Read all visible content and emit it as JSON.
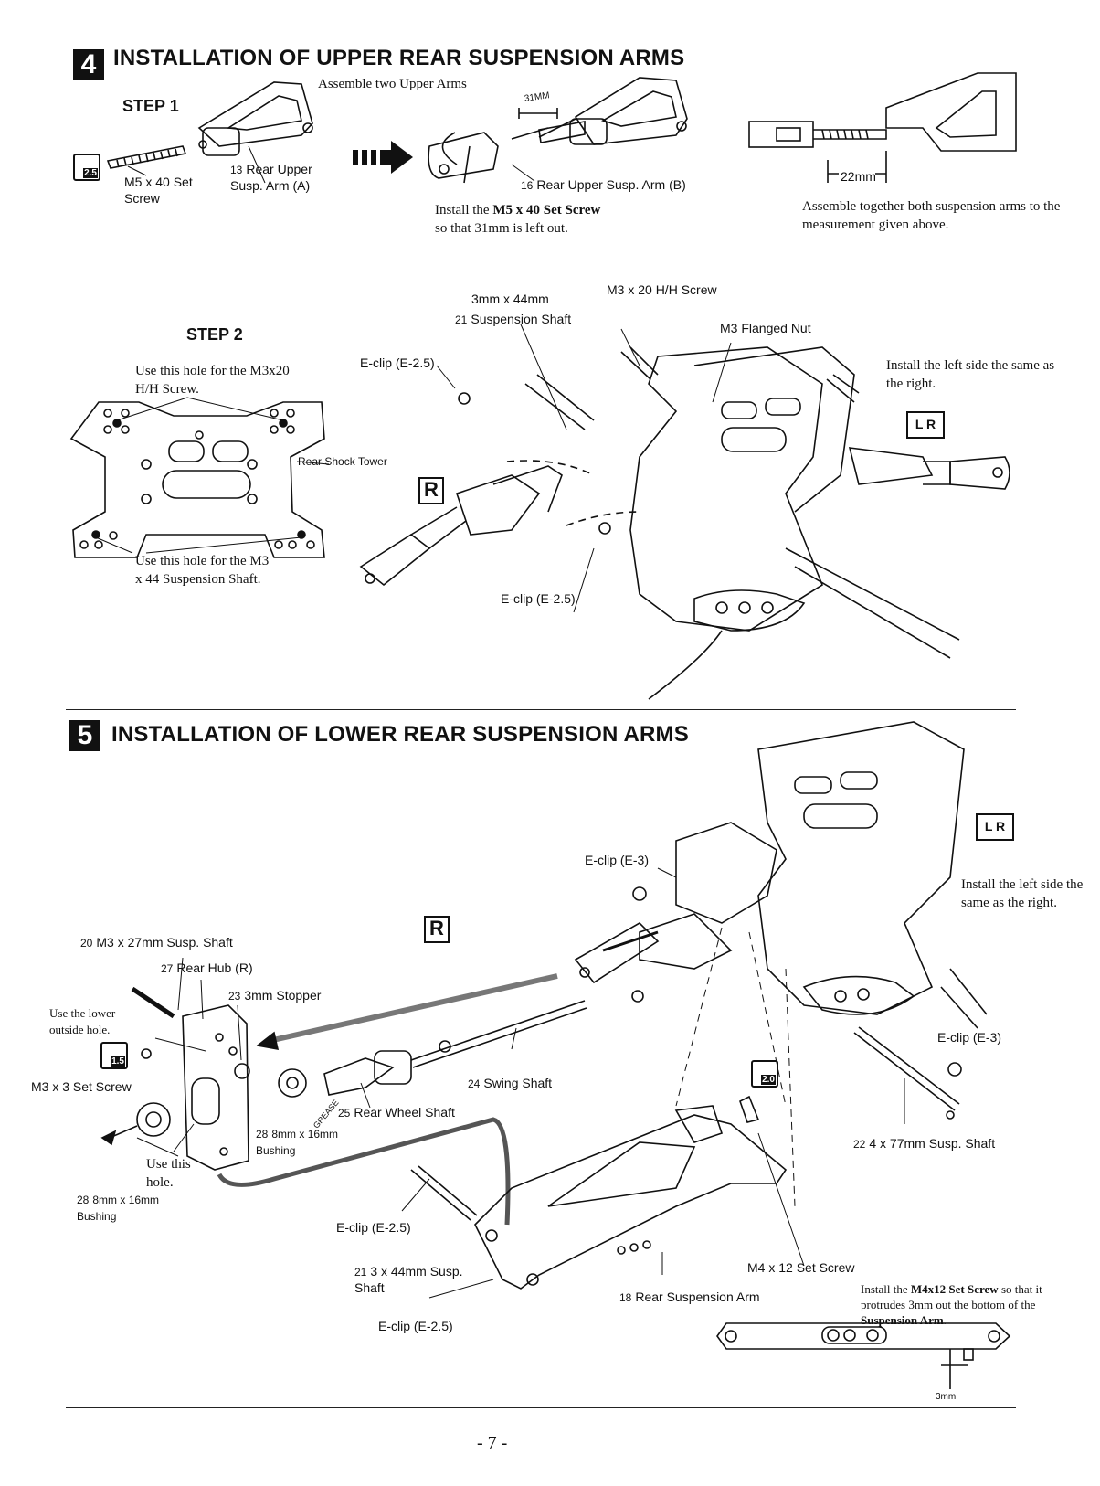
{
  "section4": {
    "number": "4",
    "title": "INSTALLATION OF UPPER REAR SUSPENSION ARMS",
    "step1": {
      "label": "STEP 1",
      "assemble_note": "Assemble two Upper Arms",
      "measure_31": "31MM",
      "screw_label": "M5 x 40 Set Screw",
      "tool_size": "2.5",
      "part13_num": "13",
      "part13_label": "Rear Upper Susp. Arm (A)",
      "part16_num": "16",
      "part16_label": "Rear Upper Susp. Arm (B)",
      "install_note_pre": "Install the ",
      "install_note_bold": "M5 x 40 Set Screw",
      "install_note_post": "so that 31mm is left out.",
      "measure_22": "22mm",
      "assemble_together": "Assemble together both suspension arms to the measurement given above."
    },
    "step2": {
      "label": "STEP 2",
      "hole_note_1": "Use this hole for the M3x20 H/H Screw.",
      "hole_note_2": "Use this hole for the M3 x 44 Suspension Shaft.",
      "shock_tower": "Rear Shock Tower",
      "eclip_1": "E-clip (E-2.5)",
      "eclip_2": "E-clip (E-2.5)",
      "shaft_size": "3mm x 44mm",
      "part21_num": "21",
      "shaft_label": "Suspension Shaft",
      "hh_screw": "M3 x 20 H/H Screw",
      "flanged_nut": "M3 Flanged Nut",
      "left_note": "Install the left side the same as the right.",
      "badge_r": "R",
      "badge_lr": "L R"
    }
  },
  "section5": {
    "number": "5",
    "title": "INSTALLATION OF LOWER REAR SUSPENSION ARMS",
    "badge_r": "R",
    "badge_lr": "L R",
    "left_note": "Install the left side the same as the right.",
    "eclip_e3_top": "E-clip (E-3)",
    "eclip_e3_right": "E-clip (E-3)",
    "part20": {
      "num": "20",
      "label": "M3 x 27mm Susp. Shaft"
    },
    "part27": {
      "num": "27",
      "label": "Rear Hub (R)"
    },
    "part23": {
      "num": "23",
      "label": "3mm Stopper"
    },
    "lower_hole_note": "Use the lower outside hole.",
    "tool15": "1.5",
    "tool20": "2.0",
    "set_screw": "M3 x 3 Set Screw",
    "part24": {
      "num": "24",
      "label": "Swing Shaft"
    },
    "part25": {
      "num": "25",
      "label": "Rear Wheel Shaft"
    },
    "grease": "GREASE",
    "part28a": {
      "num": "28",
      "label": "8mm x 16mm Bushing"
    },
    "use_this_hole": "Use this hole.",
    "part28b": {
      "num": "28",
      "label": "8mm x 16mm Bushing"
    },
    "eclip_25_a": "E-clip (E-2.5)",
    "part21": {
      "num": "21",
      "label": "3 x 44mm Susp. Shaft"
    },
    "eclip_25_b": "E-clip (E-2.5)",
    "part18": {
      "num": "18",
      "label": "Rear Suspension Arm"
    },
    "m4_screw": "M4 x 12 Set Screw",
    "part22": {
      "num": "22",
      "label": "4 x 77mm Susp. Shaft"
    },
    "install_note_pre": "Install the ",
    "install_note_b1": "M4x12 Set Screw",
    "install_note_mid": " so that it protrudes 3mm out the bottom of the ",
    "install_note_b2": "Suspension Arm",
    "install_note_end": ".",
    "measure_3mm": "3mm"
  },
  "page_number": "- 7 -"
}
